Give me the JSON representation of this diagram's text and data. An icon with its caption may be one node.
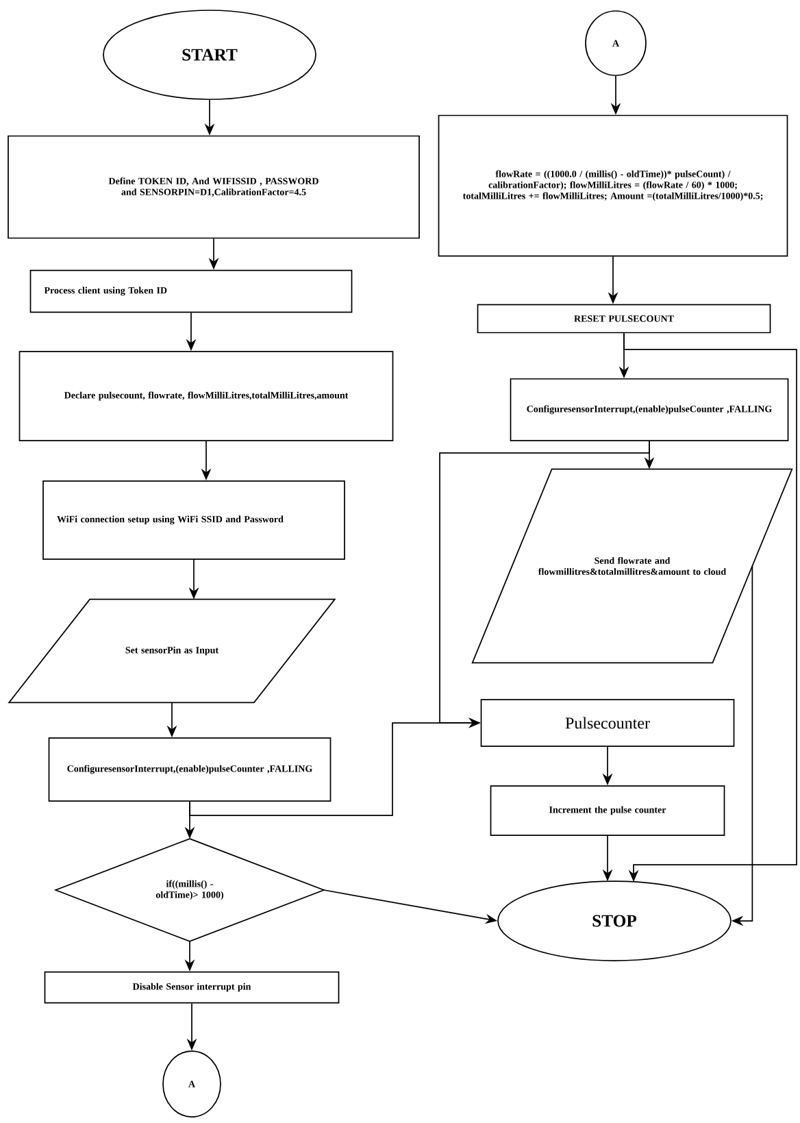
{
  "diagram": {
    "nodes": [
      {
        "text": [
          "START"
        ]
      },
      {
        "text": [
          "Define TOKEN ID, And WIFISSID , PASSWORD and SENSORPIN=D1,CalibrationFactor=4.5"
        ]
      },
      {
        "text": [
          "Process client using Token ID"
        ]
      },
      {
        "text": [
          "Declare pulsecount, flowrate, flowMilliLitres,totalMilliLitres,amount"
        ]
      },
      {
        "text": [
          "WiFi connection setup using WiFi SSID and Password"
        ]
      },
      {
        "text": [
          "Set sensorPin as Input"
        ]
      },
      {
        "text": [
          "ConfiguresensorInterrupt,(enable)pulseCounter ,FALLING"
        ]
      },
      {
        "text": [
          "if((millis() - oldTime)> 1000)"
        ]
      },
      {
        "text": [
          "Disable Sensor interrupt pin"
        ]
      },
      {
        "text": [
          "A"
        ]
      },
      {
        "text": [
          "A"
        ]
      },
      {
        "text": [
          "flowRate = ((1000.0 / (millis() - oldTime))* pulseCount) / calibrationFactor); flowMilliLitres = (flowRate / 60) * 1000; totalMilliLitres += flowMilliLitres; Amount =(totalMilliLitres/1000)*0.5;"
        ]
      },
      {
        "text": [
          "RESET PULSECOUNT"
        ]
      },
      {
        "text": [
          "ConfiguresensorInterrupt,(enable)pulseCounter ,FALLING"
        ]
      },
      {
        "text": [
          "Send flowrate and flowmillitres&totalmillitres&amount to cloud"
        ]
      },
      {
        "text": [
          "Pulsecounter"
        ]
      },
      {
        "text": [
          "Increment the pulse counter"
        ]
      },
      {
        "text": [
          "STOP"
        ]
      }
    ],
    "edges": [
      {
        "from": 0,
        "to": 1,
        "arrow": "to"
      },
      {
        "from": 1,
        "to": 2,
        "arrow": "to"
      },
      {
        "from": 2,
        "to": 3,
        "arrow": "to"
      },
      {
        "from": 3,
        "to": 4,
        "arrow": "to"
      },
      {
        "from": 4,
        "to": 5,
        "arrow": "to"
      },
      {
        "from": 5,
        "to": 6,
        "arrow": "to"
      },
      {
        "from": 6,
        "to": 7,
        "arrow": "to"
      },
      {
        "from": 7,
        "to": 8,
        "arrow": "to"
      },
      {
        "from": 8,
        "to": 9,
        "arrow": "to"
      },
      {
        "from": 10,
        "to": 11,
        "arrow": "to"
      },
      {
        "from": 11,
        "to": 12,
        "arrow": "to"
      },
      {
        "from": 12,
        "to": 13,
        "arrow": "to"
      },
      {
        "from": 13,
        "to": 14,
        "arrow": "to"
      },
      {
        "from": 6,
        "to": 15,
        "arrow": "to"
      },
      {
        "from": 13,
        "to": 15,
        "arrow": "to"
      },
      {
        "from": 15,
        "to": 16,
        "arrow": "to"
      },
      {
        "from": 7,
        "to": 17,
        "arrow": "to"
      },
      {
        "from": 12,
        "to": 17,
        "arrow": "to"
      },
      {
        "from": 16,
        "to": 17,
        "arrow": "to"
      },
      {
        "from": 14,
        "to": 17,
        "arrow": "to"
      }
    ]
  }
}
